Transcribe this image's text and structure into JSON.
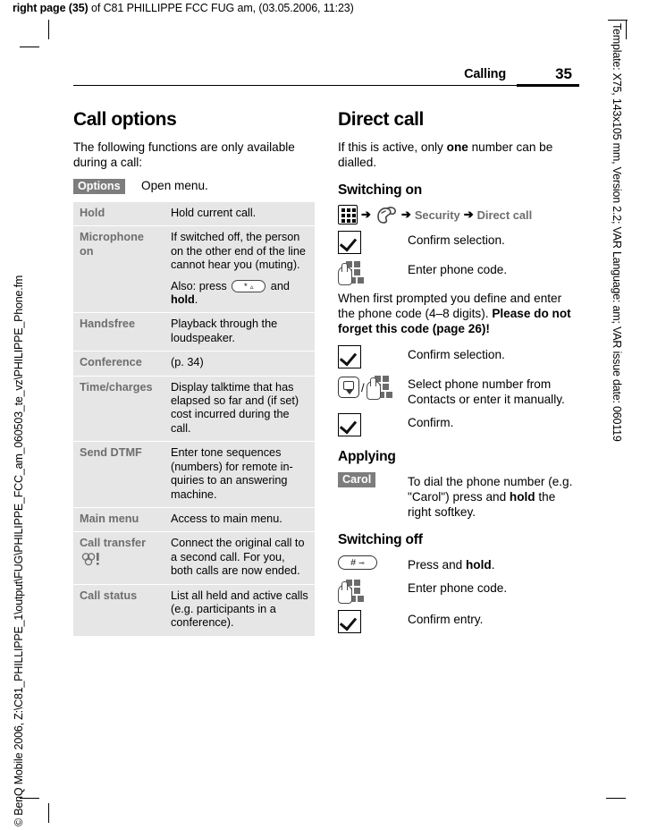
{
  "meta": {
    "top_prefix": "right page (35)",
    "top_rest": " of C81 PHILLIPPE FCC FUG am, (03.05.2006, 11:23)",
    "right_note": "Template: X75, 143x105 mm, Version 2.2; VAR Language: am; VAR issue date: 060119",
    "left_note": "© BenQ Mobile 2006, Z:\\C81_PHILLIPPE_1\\output\\FUG\\PHILIPPE_FCC_am_060503_te_vz\\PHILIPPE_Phone.fm"
  },
  "header": {
    "title": "Calling",
    "page_number": "35"
  },
  "left_column": {
    "heading": "Call options",
    "intro": "The following functions are only available during a call:",
    "options_chip": "Options",
    "options_desc": "Open menu.",
    "table": [
      {
        "key": "Hold",
        "value": "Hold current call.",
        "sub": null,
        "icon": null
      },
      {
        "key": "Microphone on",
        "value": "If switched off, the person on the other end of the line cannot hear you (muting).",
        "sub_prefix": "Also: press ",
        "sub_key": "*",
        "sub_suffix": " and ",
        "sub_bold": "hold",
        "sub_end": ".",
        "icon": null
      },
      {
        "key": "Handsfree",
        "value": "Playback through the loudspeaker.",
        "sub": null,
        "icon": null
      },
      {
        "key": "Conference",
        "value": "(p. 34)",
        "sub": null,
        "icon": null
      },
      {
        "key": "Time/charges",
        "value": "Display talktime that has elapsed so far and (if set) cost incurred during the call.",
        "sub": null,
        "icon": null
      },
      {
        "key": "Send DTMF",
        "value": "Enter tone sequences (numbers) for remote in-quiries to an answering machine.",
        "sub": null,
        "icon": null
      },
      {
        "key": "Main menu",
        "value": "Access to main menu.",
        "sub": null,
        "icon": null
      },
      {
        "key": "Call transfer",
        "value": "Connect the original call to a second call. For you, both calls are now ended.",
        "sub": null,
        "icon": "clover-alert-icon"
      },
      {
        "key": "Call status",
        "value": "List all held and active calls (e.g. participants in a conference).",
        "sub": null,
        "icon": null
      }
    ]
  },
  "right_column": {
    "heading": "Direct call",
    "intro_a": "If this is active, only ",
    "intro_b": "one",
    "intro_c": " number can be dialled.",
    "switching_on": {
      "heading": "Switching on",
      "menu_path": {
        "arrow": "➔",
        "security": "Security",
        "direct_call": "Direct call"
      },
      "steps": [
        {
          "icon": "check-key-icon",
          "text": "Confirm selection."
        },
        {
          "icon": "keypad-hand-icon",
          "text": "Enter phone code."
        }
      ],
      "note_a": "When first prompted you define and enter the phone code (4–8 digits). ",
      "note_b": "Please do not forget this code (page 26)!",
      "steps2": [
        {
          "icon": "check-key-icon",
          "text": "Confirm selection."
        },
        {
          "icon": "nav-key-slash-keypad-icon",
          "text": "Select phone number from Contacts or enter it manually."
        },
        {
          "icon": "check-key-icon",
          "text": "Confirm."
        }
      ]
    },
    "applying": {
      "heading": "Applying",
      "chip": "Carol",
      "text_a": "To dial the phone number (e.g. \"Carol\") press and ",
      "text_b": "hold",
      "text_c": " the right softkey."
    },
    "switching_off": {
      "heading": "Switching off",
      "steps": [
        {
          "icon": "hash-key-icon",
          "text_a": "Press and ",
          "text_b": "hold",
          "text_c": "."
        },
        {
          "icon": "keypad-hand-icon",
          "text_a": "Enter phone code.",
          "text_b": "",
          "text_c": ""
        },
        {
          "icon": "check-key-icon",
          "text_a": "Confirm entry.",
          "text_b": "",
          "text_c": ""
        }
      ]
    }
  },
  "keys": {
    "hash": "#",
    "star": "*",
    "slash": "/"
  }
}
